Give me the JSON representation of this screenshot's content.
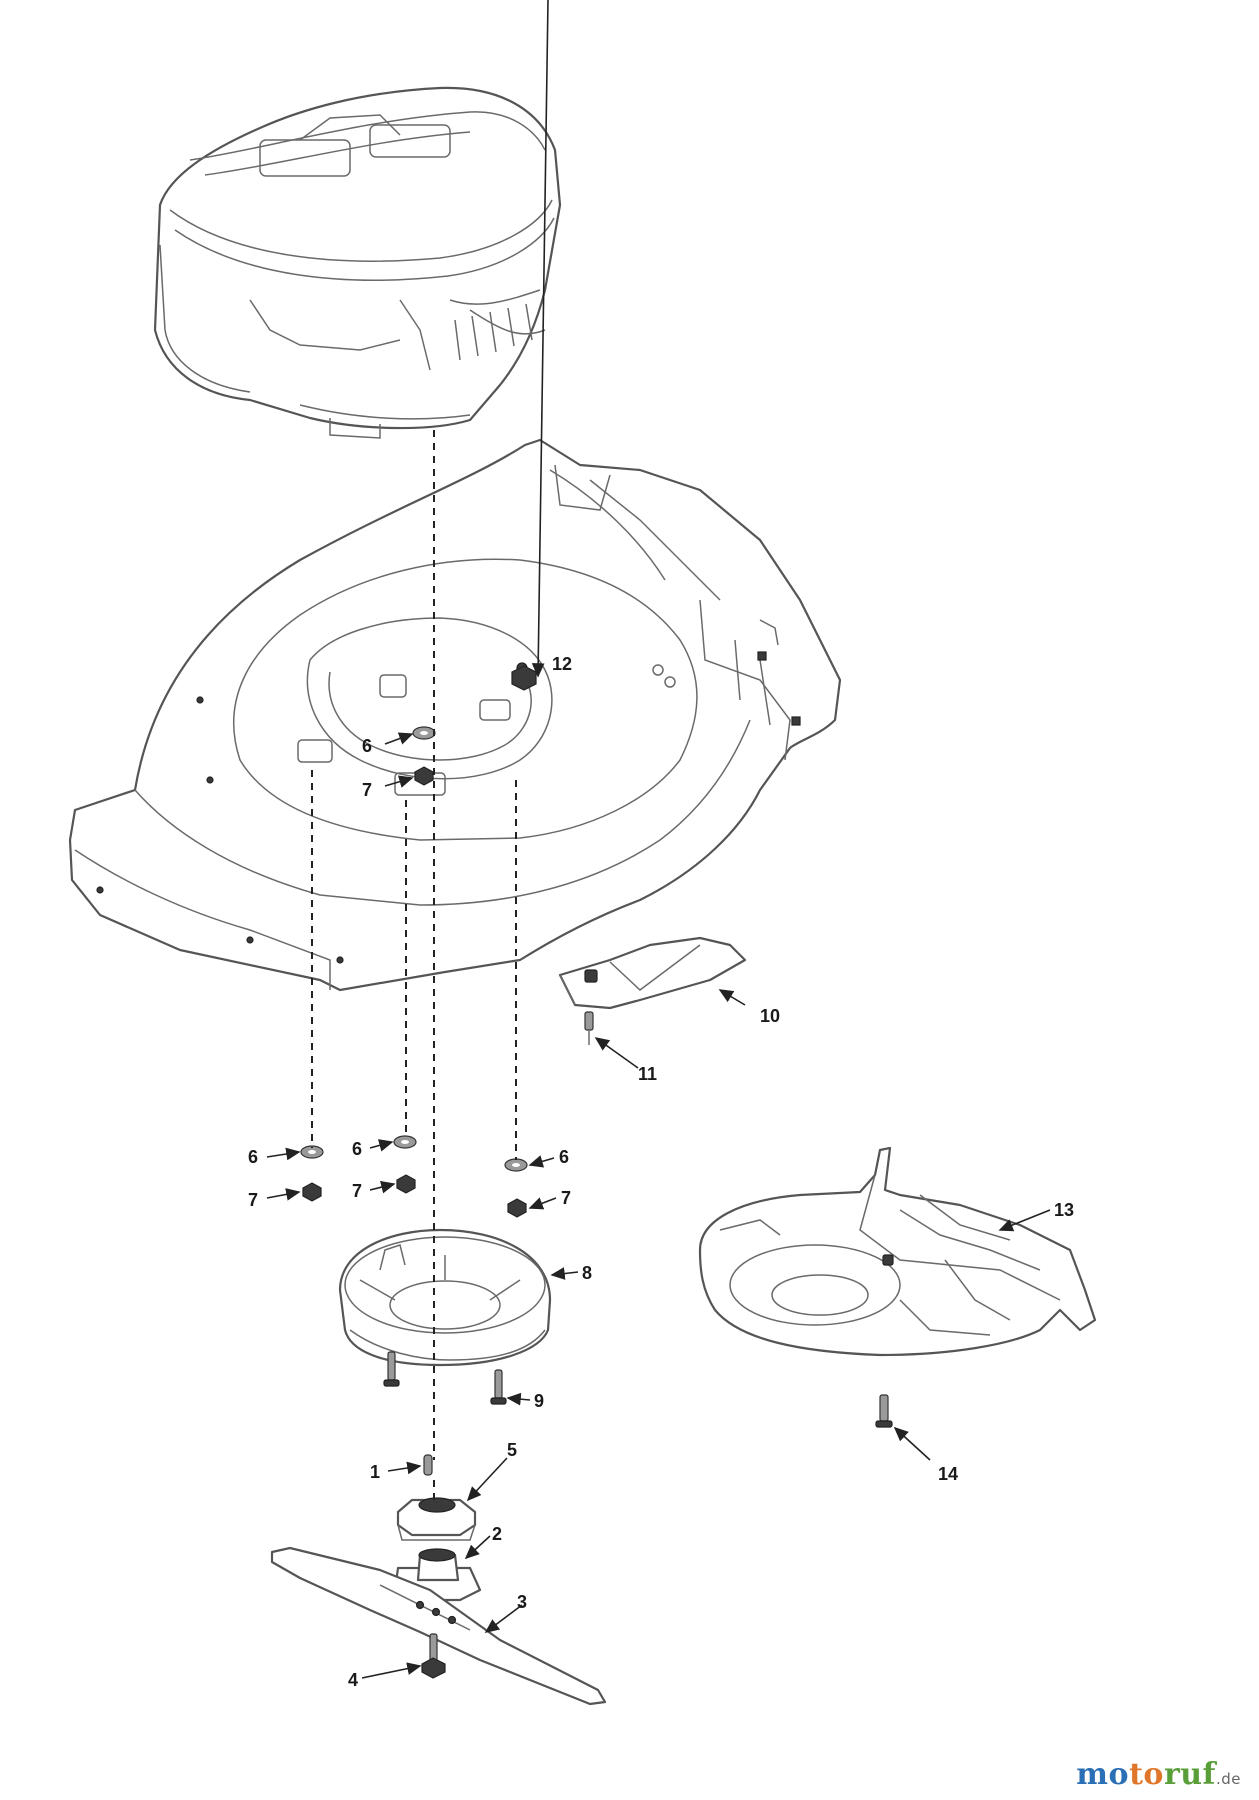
{
  "callouts": {
    "c1": "1",
    "c2": "2",
    "c3": "3",
    "c4": "4",
    "c5": "5",
    "c6": "6",
    "c7": "7",
    "c8": "8",
    "c9": "9",
    "c10": "10",
    "c11": "11",
    "c12": "12",
    "c13": "13",
    "c14": "14"
  },
  "watermark": {
    "brand": "motoruf",
    "suffix": ".de"
  }
}
